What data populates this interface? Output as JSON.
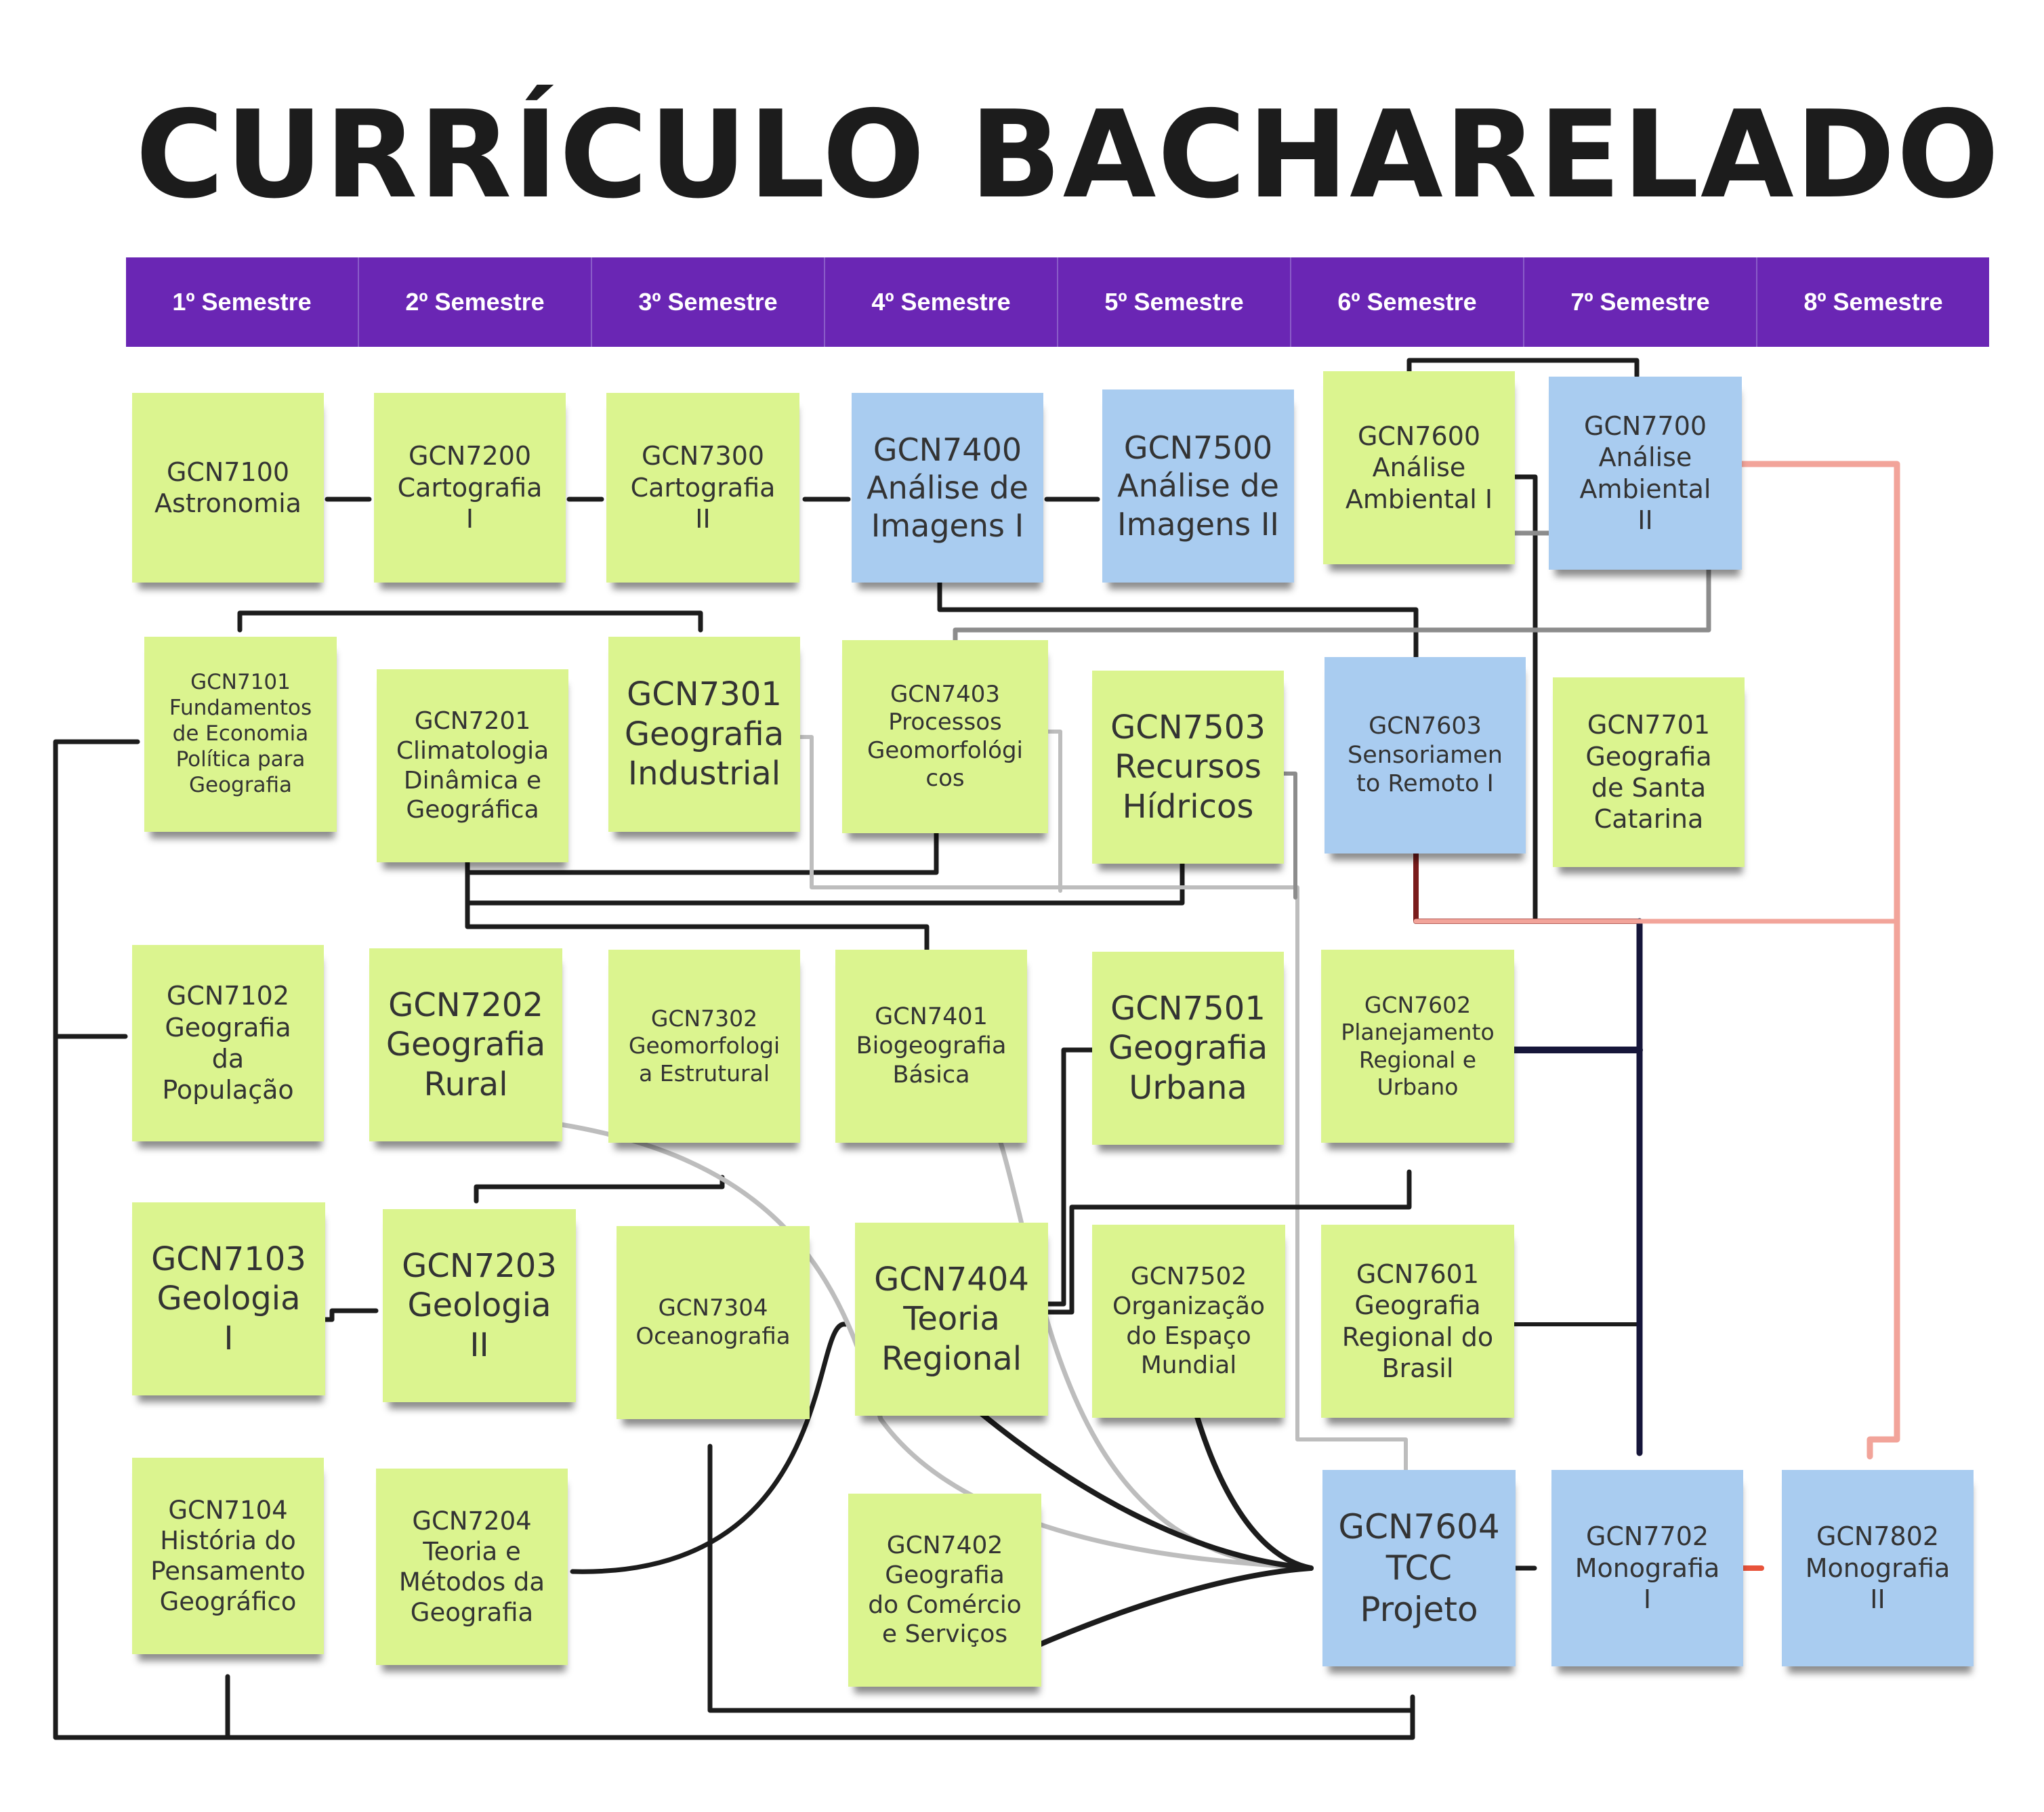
{
  "title": "CURRÍCULO BACHARELADO",
  "colors": {
    "header": "#6a26b4",
    "green_note": "#dbf48f",
    "blue_note": "#a9ccf0",
    "line_dark": "#1c1c1c",
    "line_navy": "#16163a",
    "line_gray": "#8c8c8c",
    "line_light_gray": "#bdbdbd",
    "line_maroon": "#7a1c1c",
    "line_pink": "#f2a49a",
    "line_red": "#e8533a"
  },
  "semesters": [
    "1º Semestre",
    "2º Semestre",
    "3º Semestre",
    "4º Semestre",
    "5º Semestre",
    "6º Semestre",
    "7º Semestre",
    "8º Semestre"
  ],
  "courses": {
    "c7100": "GCN7100\nAstronomia",
    "c7200": "GCN7200\nCartografia\nI",
    "c7300": "GCN7300\nCartografia\nII",
    "c7400": "GCN7400\nAnálise de\nImagens I",
    "c7500": "GCN7500\nAnálise de\nImagens II",
    "c7600": "GCN7600\nAnálise\nAmbiental I",
    "c7700": "GCN7700\nAnálise\nAmbiental\nII",
    "c7101": "GCN7101\nFundamentos\nde Economia\nPolítica para\nGeografia",
    "c7201": "GCN7201\nClimatologia\nDinâmica e\nGeográfica",
    "c7301": "GCN7301\nGeografia\nIndustrial",
    "c7403": "GCN7403\nProcessos\nGeomorfológi\ncos",
    "c7503": "GCN7503\nRecursos\nHídricos",
    "c7603": "GCN7603\nSensoriamen\nto Remoto I",
    "c7701": "GCN7701\nGeografia\nde Santa\nCatarina",
    "c7102": "GCN7102\nGeografia\nda\nPopulação",
    "c7202": "GCN7202\nGeografia\nRural",
    "c7302": "GCN7302\nGeomorfologi\na Estrutural",
    "c7401": "GCN7401\nBiogeografia\nBásica",
    "c7501": "GCN7501\nGeografia\nUrbana",
    "c7602": "GCN7602\nPlanejamento\nRegional e\nUrbano",
    "c7103": "GCN7103\nGeologia\nI",
    "c7203": "GCN7203\nGeologia\nII",
    "c7304": "GCN7304\nOceanografia",
    "c7404": "GCN7404\nTeoria\nRegional",
    "c7502": "GCN7502\nOrganização\ndo Espaço\nMundial",
    "c7601": "GCN7601\nGeografia\nRegional do\nBrasil",
    "c7104": "GCN7104\nHistória do\nPensamento\nGeográfico",
    "c7204": "GCN7204\nTeoria e\nMétodos da\nGeografia",
    "c7402": "GCN7402\nGeografia\ndo Comércio\ne Serviços",
    "c7604": "GCN7604\nTCC\nProjeto",
    "c7702": "GCN7702\nMonografia\nI",
    "c7802": "GCN7802\nMonografia\nII"
  }
}
